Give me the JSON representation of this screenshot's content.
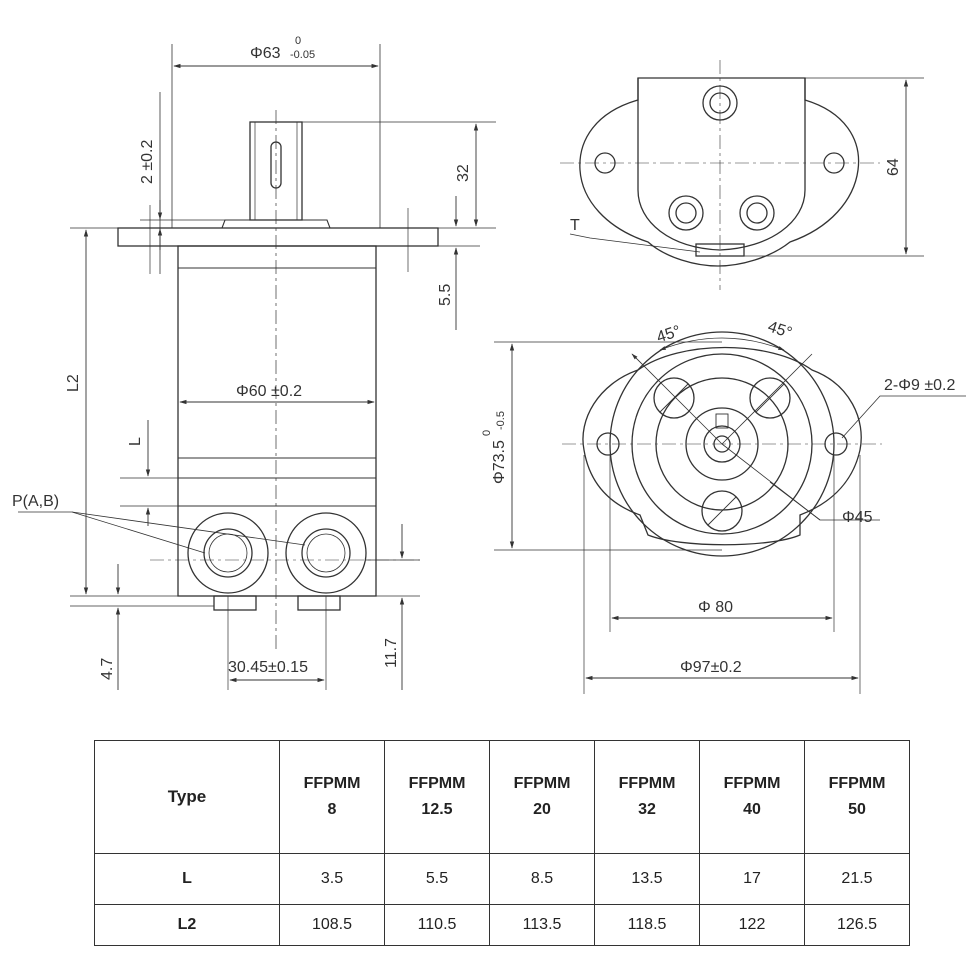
{
  "drawing": {
    "front_view": {
      "dims": {
        "top_diameter": "Φ63",
        "top_tol_upper": "0",
        "top_tol_lower": "-0.05",
        "flange_offset": "2 ±0.2",
        "shaft_length": "32",
        "flange_thickness": "5.5",
        "body_length": "L2",
        "pilot_diameter": "Φ60 ±0.2",
        "port_offset": "L",
        "ports_label": "P(A,B)",
        "base_offset": "4.7",
        "port_spacing": "30.45±0.15",
        "port_height": "11.7"
      }
    },
    "top_view": {
      "dims": {
        "height": "64",
        "tank_port": "T"
      }
    },
    "bottom_view": {
      "dims": {
        "angle_left": "45°",
        "angle_right": "45°",
        "mount_holes": "2-Φ9 ±0.2",
        "bolt_circle": "Φ73.5",
        "bolt_tol_upper": "0",
        "bolt_tol_lower": "-0.5",
        "inner_circle": "Φ45",
        "body_diameter": "Φ 80",
        "flange_width": "Φ97±0.2"
      }
    }
  },
  "table": {
    "header_label": "Type",
    "models": [
      {
        "line1": "FFPMM",
        "line2": "8"
      },
      {
        "line1": "FFPMM",
        "line2": "12.5"
      },
      {
        "line1": "FFPMM",
        "line2": "20"
      },
      {
        "line1": "FFPMM",
        "line2": "32"
      },
      {
        "line1": "FFPMM",
        "line2": "40"
      },
      {
        "line1": "FFPMM",
        "line2": "50"
      }
    ],
    "rows": [
      {
        "label": "L",
        "values": [
          "3.5",
          "5.5",
          "8.5",
          "13.5",
          "17",
          "21.5"
        ]
      },
      {
        "label": "L2",
        "values": [
          "108.5",
          "110.5",
          "113.5",
          "118.5",
          "122",
          "126.5"
        ]
      }
    ]
  }
}
